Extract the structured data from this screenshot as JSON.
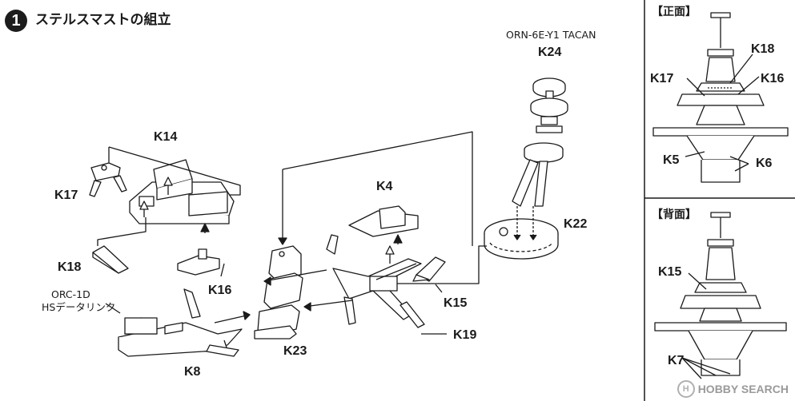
{
  "step": {
    "number": "1",
    "title": "ステルスマストの組立"
  },
  "annotations": {
    "tacan": "ORN-6E-Y1 TACAN",
    "orc_line1": "ORC-1D",
    "orc_line2": "HSデータリンク"
  },
  "parts": {
    "k24": "K24",
    "k22": "K22",
    "k14": "K14",
    "k17": "K17",
    "k18": "K18",
    "k16": "K16",
    "k4": "K4",
    "k15": "K15",
    "k19": "K19",
    "k23": "K23",
    "k8": "K8"
  },
  "front_view": {
    "title": "【正面】",
    "labels": {
      "k18": "K18",
      "k17": "K17",
      "k16": "K16",
      "k5": "K5",
      "k6": "K6"
    }
  },
  "back_view": {
    "title": "【背面】",
    "labels": {
      "k15": "K15",
      "k7": "K7"
    }
  },
  "watermark": {
    "text": "HOBBY SEARCH"
  }
}
